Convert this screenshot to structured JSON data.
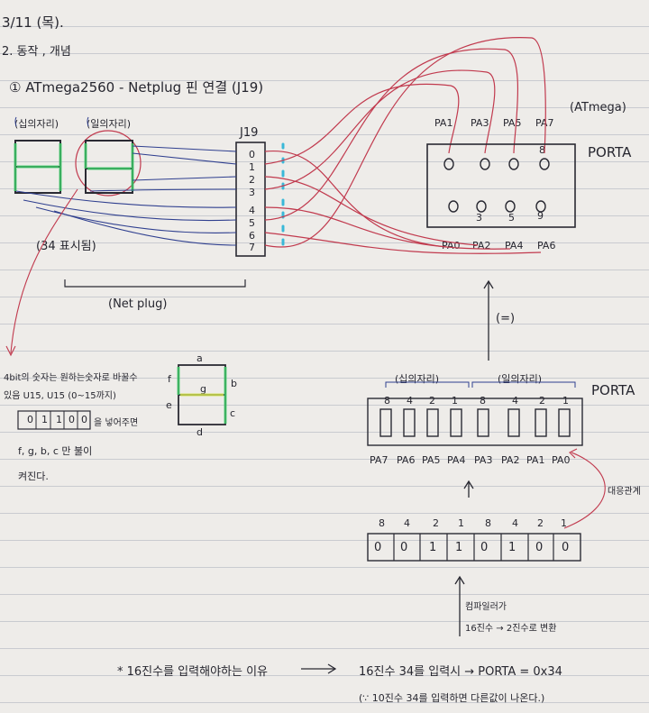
{
  "header": {
    "date": "3/11 (목).",
    "section": "2. 동작 , 개념",
    "item_title": "① ATmega2560 - Netplug 핀 연결 (J19)"
  },
  "netplug": {
    "tens_label": "(십의자리)",
    "ones_label": "(일의자리)",
    "j19_label": "J19",
    "pins": [
      "0",
      "1",
      "2",
      "3",
      "4",
      "5",
      "6",
      "7"
    ],
    "display_caption": "(34 표시됨)",
    "bracket_caption": "(Net plug)"
  },
  "atmega": {
    "label": "(ATmega)",
    "port_label": "PORTA",
    "top_pins": [
      "PA1",
      "PA3",
      "PA5",
      "PA7"
    ],
    "bottom_pins": [
      "PA0",
      "PA2",
      "PA4",
      "PA6"
    ],
    "top_pin_numbers": [
      "",
      "",
      "",
      "8"
    ],
    "bottom_pin_numbers": [
      "",
      "3",
      "5",
      "9"
    ]
  },
  "equals_label": "(=)",
  "porta_switch": {
    "label": "PORTA",
    "tens_label": "(십의자리)",
    "ones_label": "(일의자리)",
    "weights": [
      "8",
      "4",
      "2",
      "1",
      "8",
      "4",
      "2",
      "1"
    ],
    "pins": [
      "PA7",
      "PA6",
      "PA5",
      "PA4",
      "PA3",
      "PA2",
      "PA1",
      "PA0"
    ]
  },
  "note": {
    "line1": "4bit의 숫자는 원하는숫자로 바꿀수",
    "line2": "있음 U15, U15 (0~15까지)",
    "bits": [
      "0",
      "1",
      "1",
      "0",
      "0"
    ],
    "after_bits": "을 넣어주면",
    "line4": "f, g, b, c 만 불이",
    "line5": "켜진다."
  },
  "segment": {
    "labels": [
      "a",
      "b",
      "c",
      "d",
      "e",
      "f",
      "g"
    ]
  },
  "binary": {
    "weights": [
      "8",
      "4",
      "2",
      "1",
      "8",
      "4",
      "2",
      "1"
    ],
    "bits": [
      "0",
      "0",
      "1",
      "1",
      "0",
      "1",
      "0",
      "0"
    ],
    "side_note": "대응관계",
    "conversion_line1": "컴파일러가",
    "conversion_line2": "16진수 → 2진수로 변환"
  },
  "footer": {
    "reason": "* 16진수를 입력해야하는 이유",
    "explanation": "16진수 34를 입력시 → PORTA = 0x34",
    "note": "(∵ 10진수 34를 입력하면 다른값이 나온다.)"
  },
  "colors": {
    "ink": "#26262f",
    "blue": "#2f3f8f",
    "red": "#c13a4e",
    "highlight_green": "#3fd06a",
    "highlight_cyan": "#39b8d8"
  }
}
